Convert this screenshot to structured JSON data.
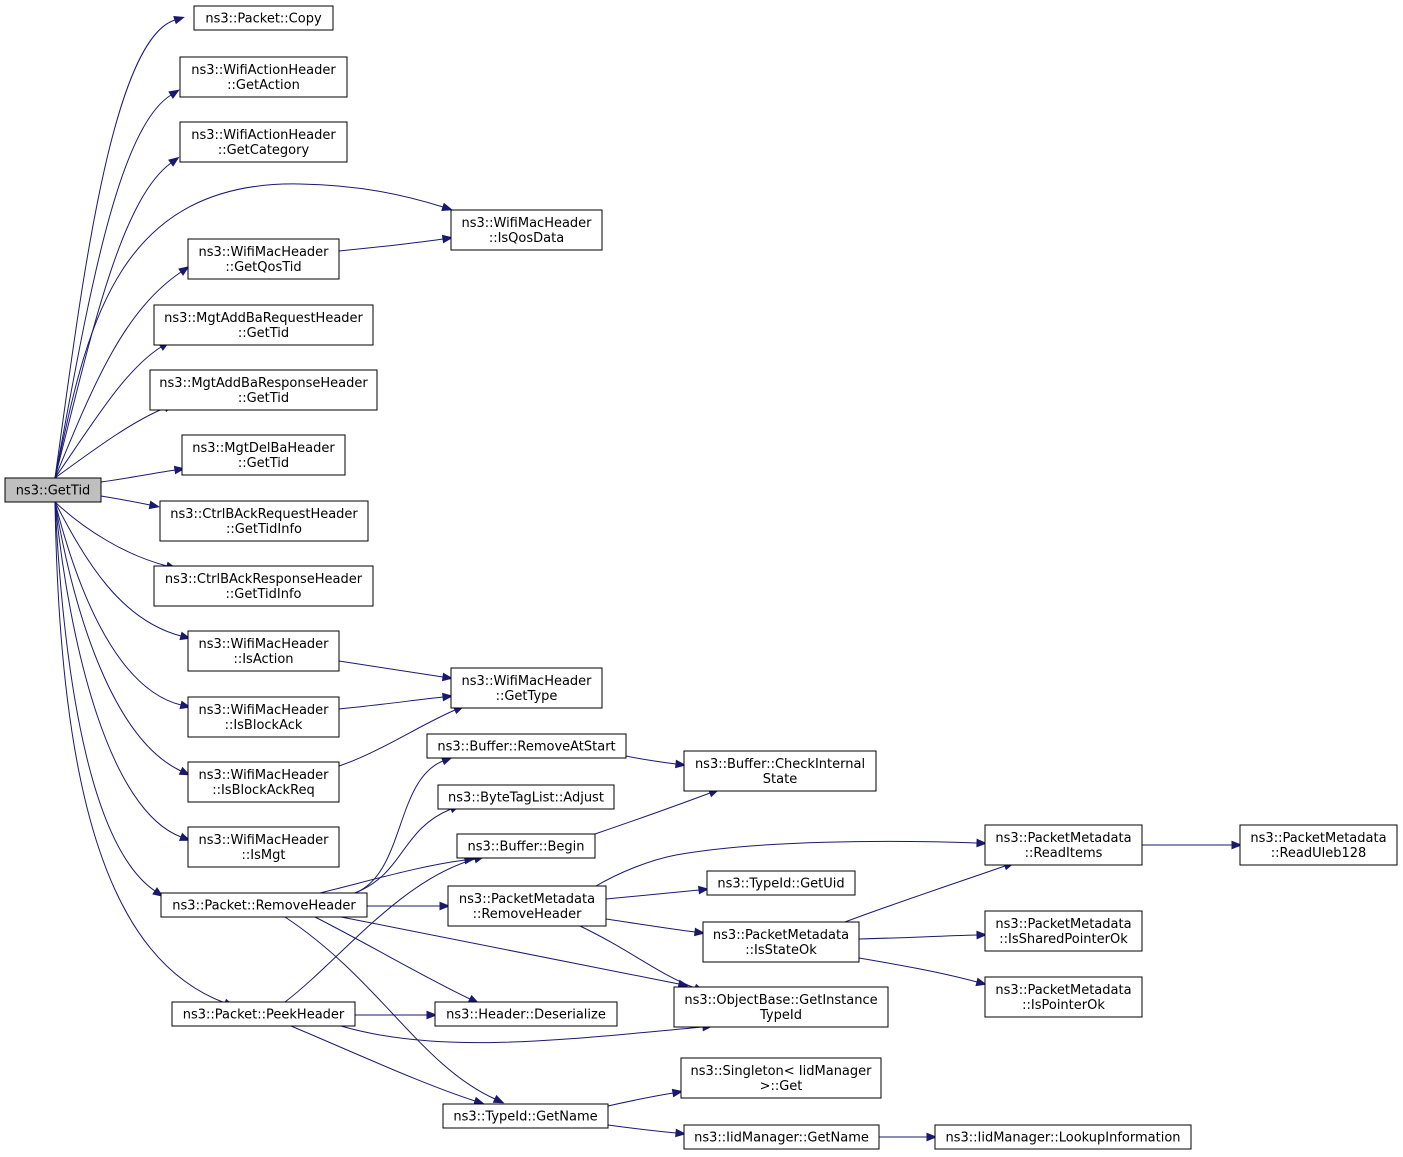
{
  "graph": {
    "root": "gettid",
    "nodes": [
      {
        "id": "gettid",
        "lines": [
          "ns3::GetTid"
        ]
      },
      {
        "id": "copy",
        "lines": [
          "ns3::Packet::Copy"
        ]
      },
      {
        "id": "getaction",
        "lines": [
          "ns3::WifiActionHeader",
          "::GetAction"
        ]
      },
      {
        "id": "getcategory",
        "lines": [
          "ns3::WifiActionHeader",
          "::GetCategory"
        ]
      },
      {
        "id": "isqosdata",
        "lines": [
          "ns3::WifiMacHeader",
          "::IsQosData"
        ]
      },
      {
        "id": "getqostid",
        "lines": [
          "ns3::WifiMacHeader",
          "::GetQosTid"
        ]
      },
      {
        "id": "addbareq",
        "lines": [
          "ns3::MgtAddBaRequestHeader",
          "::GetTid"
        ]
      },
      {
        "id": "addbaresp",
        "lines": [
          "ns3::MgtAddBaResponseHeader",
          "::GetTid"
        ]
      },
      {
        "id": "delba",
        "lines": [
          "ns3::MgtDelBaHeader",
          "::GetTid"
        ]
      },
      {
        "id": "ctrlreq",
        "lines": [
          "ns3::CtrlBAckRequestHeader",
          "::GetTidInfo"
        ]
      },
      {
        "id": "ctrlresp",
        "lines": [
          "ns3::CtrlBAckResponseHeader",
          "::GetTidInfo"
        ]
      },
      {
        "id": "isaction",
        "lines": [
          "ns3::WifiMacHeader",
          "::IsAction"
        ]
      },
      {
        "id": "gettype",
        "lines": [
          "ns3::WifiMacHeader",
          "::GetType"
        ]
      },
      {
        "id": "isblockack",
        "lines": [
          "ns3::WifiMacHeader",
          "::IsBlockAck"
        ]
      },
      {
        "id": "isblockackreq",
        "lines": [
          "ns3::WifiMacHeader",
          "::IsBlockAckReq"
        ]
      },
      {
        "id": "ismgt",
        "lines": [
          "ns3::WifiMacHeader",
          "::IsMgt"
        ]
      },
      {
        "id": "removeatstart",
        "lines": [
          "ns3::Buffer::RemoveAtStart"
        ]
      },
      {
        "id": "checkinternal",
        "lines": [
          "ns3::Buffer::CheckInternal",
          "State"
        ]
      },
      {
        "id": "adjust",
        "lines": [
          "ns3::ByteTagList::Adjust"
        ]
      },
      {
        "id": "begin",
        "lines": [
          "ns3::Buffer::Begin"
        ]
      },
      {
        "id": "readitems",
        "lines": [
          "ns3::PacketMetadata",
          "::ReadItems"
        ]
      },
      {
        "id": "readuleb",
        "lines": [
          "ns3::PacketMetadata",
          "::ReadUleb128"
        ]
      },
      {
        "id": "getuid",
        "lines": [
          "ns3::TypeId::GetUid"
        ]
      },
      {
        "id": "pmremoveheader",
        "lines": [
          "ns3::PacketMetadata",
          "::RemoveHeader"
        ]
      },
      {
        "id": "removeheader",
        "lines": [
          "ns3::Packet::RemoveHeader"
        ]
      },
      {
        "id": "isstateok",
        "lines": [
          "ns3::PacketMetadata",
          "::IsStateOk"
        ]
      },
      {
        "id": "issharedptr",
        "lines": [
          "ns3::PacketMetadata",
          "::IsSharedPointerOk"
        ]
      },
      {
        "id": "ispointerok",
        "lines": [
          "ns3::PacketMetadata",
          "::IsPointerOk"
        ]
      },
      {
        "id": "getinstancetypeid",
        "lines": [
          "ns3::ObjectBase::GetInstance",
          "TypeId"
        ]
      },
      {
        "id": "peekheader",
        "lines": [
          "ns3::Packet::PeekHeader"
        ]
      },
      {
        "id": "deserialize",
        "lines": [
          "ns3::Header::Deserialize"
        ]
      },
      {
        "id": "singletonget",
        "lines": [
          "ns3::Singleton< IidManager",
          ">::Get"
        ]
      },
      {
        "id": "typeidgetname",
        "lines": [
          "ns3::TypeId::GetName"
        ]
      },
      {
        "id": "iidgetname",
        "lines": [
          "ns3::IidManager::GetName"
        ]
      },
      {
        "id": "lookupinfo",
        "lines": [
          "ns3::IidManager::LookupInformation"
        ]
      }
    ],
    "edges": [
      [
        "gettid",
        "copy"
      ],
      [
        "gettid",
        "getaction"
      ],
      [
        "gettid",
        "getcategory"
      ],
      [
        "gettid",
        "isqosdata"
      ],
      [
        "gettid",
        "getqostid"
      ],
      [
        "gettid",
        "addbareq"
      ],
      [
        "gettid",
        "addbaresp"
      ],
      [
        "gettid",
        "delba"
      ],
      [
        "gettid",
        "ctrlreq"
      ],
      [
        "gettid",
        "ctrlresp"
      ],
      [
        "gettid",
        "isaction"
      ],
      [
        "gettid",
        "isblockack"
      ],
      [
        "gettid",
        "isblockackreq"
      ],
      [
        "gettid",
        "ismgt"
      ],
      [
        "gettid",
        "removeheader"
      ],
      [
        "gettid",
        "peekheader"
      ],
      [
        "getqostid",
        "isqosdata"
      ],
      [
        "isaction",
        "gettype"
      ],
      [
        "isblockack",
        "gettype"
      ],
      [
        "isblockackreq",
        "gettype"
      ],
      [
        "removeheader",
        "removeatstart"
      ],
      [
        "removeheader",
        "adjust"
      ],
      [
        "removeheader",
        "begin"
      ],
      [
        "removeheader",
        "pmremoveheader"
      ],
      [
        "removeheader",
        "getinstancetypeid"
      ],
      [
        "removeheader",
        "deserialize"
      ],
      [
        "removeheader",
        "typeidgetname"
      ],
      [
        "removeatstart",
        "checkinternal"
      ],
      [
        "begin",
        "checkinternal"
      ],
      [
        "pmremoveheader",
        "readitems"
      ],
      [
        "pmremoveheader",
        "getuid"
      ],
      [
        "pmremoveheader",
        "isstateok"
      ],
      [
        "pmremoveheader",
        "getinstancetypeid"
      ],
      [
        "readitems",
        "readuleb"
      ],
      [
        "isstateok",
        "readitems"
      ],
      [
        "isstateok",
        "issharedptr"
      ],
      [
        "isstateok",
        "ispointerok"
      ],
      [
        "peekheader",
        "begin"
      ],
      [
        "peekheader",
        "deserialize"
      ],
      [
        "peekheader",
        "getinstancetypeid"
      ],
      [
        "peekheader",
        "typeidgetname"
      ],
      [
        "typeidgetname",
        "singletonget"
      ],
      [
        "typeidgetname",
        "iidgetname"
      ],
      [
        "iidgetname",
        "lookupinfo"
      ]
    ]
  }
}
